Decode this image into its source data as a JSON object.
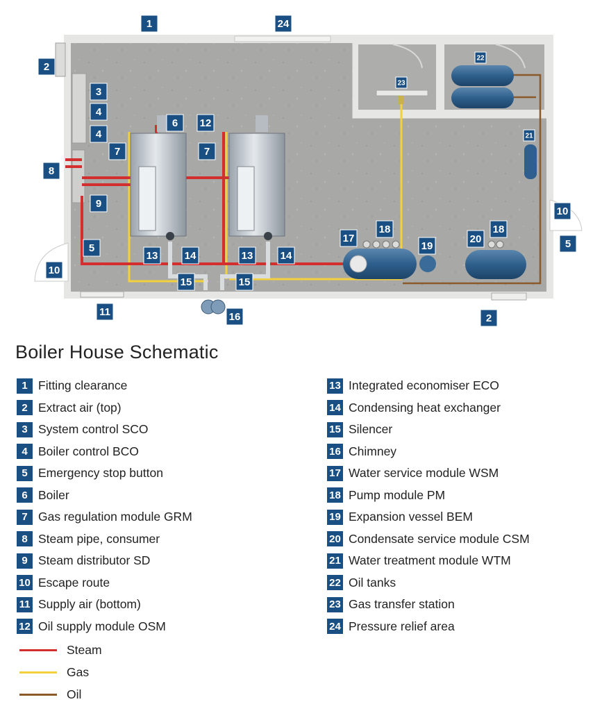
{
  "title": "Boiler House Schematic",
  "colors": {
    "badge": "#1a4f84",
    "steam": "#d32f2f",
    "gas": "#f2d13c",
    "oil": "#8a5a2b"
  },
  "legend_left": [
    {
      "num": "1",
      "label": "Fitting clearance"
    },
    {
      "num": "2",
      "label": "Extract air (top)"
    },
    {
      "num": "3",
      "label": "System control SCO"
    },
    {
      "num": "4",
      "label": "Boiler control BCO"
    },
    {
      "num": "5",
      "label": "Emergency stop button"
    },
    {
      "num": "6",
      "label": "Boiler"
    },
    {
      "num": "7",
      "label": "Gas regulation module GRM"
    },
    {
      "num": "8",
      "label": "Steam pipe, consumer"
    },
    {
      "num": "9",
      "label": "Steam distributor SD"
    },
    {
      "num": "10",
      "label": "Escape route"
    },
    {
      "num": "11",
      "label": "Supply air (bottom)"
    },
    {
      "num": "12",
      "label": "Oil supply module OSM"
    }
  ],
  "legend_right": [
    {
      "num": "13",
      "label": "Integrated economiser ECO"
    },
    {
      "num": "14",
      "label": "Condensing heat exchanger"
    },
    {
      "num": "15",
      "label": "Silencer"
    },
    {
      "num": "16",
      "label": "Chimney"
    },
    {
      "num": "17",
      "label": "Water service module WSM"
    },
    {
      "num": "18",
      "label": "Pump module PM"
    },
    {
      "num": "19",
      "label": "Expansion vessel BEM"
    },
    {
      "num": "20",
      "label": "Condensate service module CSM"
    },
    {
      "num": "21",
      "label": "Water treatment module WTM"
    },
    {
      "num": "22",
      "label": "Oil tanks"
    },
    {
      "num": "23",
      "label": "Gas transfer station"
    },
    {
      "num": "24",
      "label": "Pressure relief area"
    }
  ],
  "line_legend": [
    {
      "label": "Steam",
      "color": "#d32f2f"
    },
    {
      "label": "Gas",
      "color": "#f2d13c"
    },
    {
      "label": "Oil",
      "color": "#8a5a2b"
    }
  ],
  "diagram_badges": [
    "1",
    "24",
    "2",
    "3",
    "4",
    "4",
    "6",
    "12",
    "7",
    "7",
    "8",
    "9",
    "5",
    "10",
    "13",
    "14",
    "13",
    "14",
    "15",
    "15",
    "11",
    "16",
    "2",
    "17",
    "18",
    "19",
    "20",
    "18",
    "10",
    "5",
    "21",
    "22",
    "23"
  ]
}
